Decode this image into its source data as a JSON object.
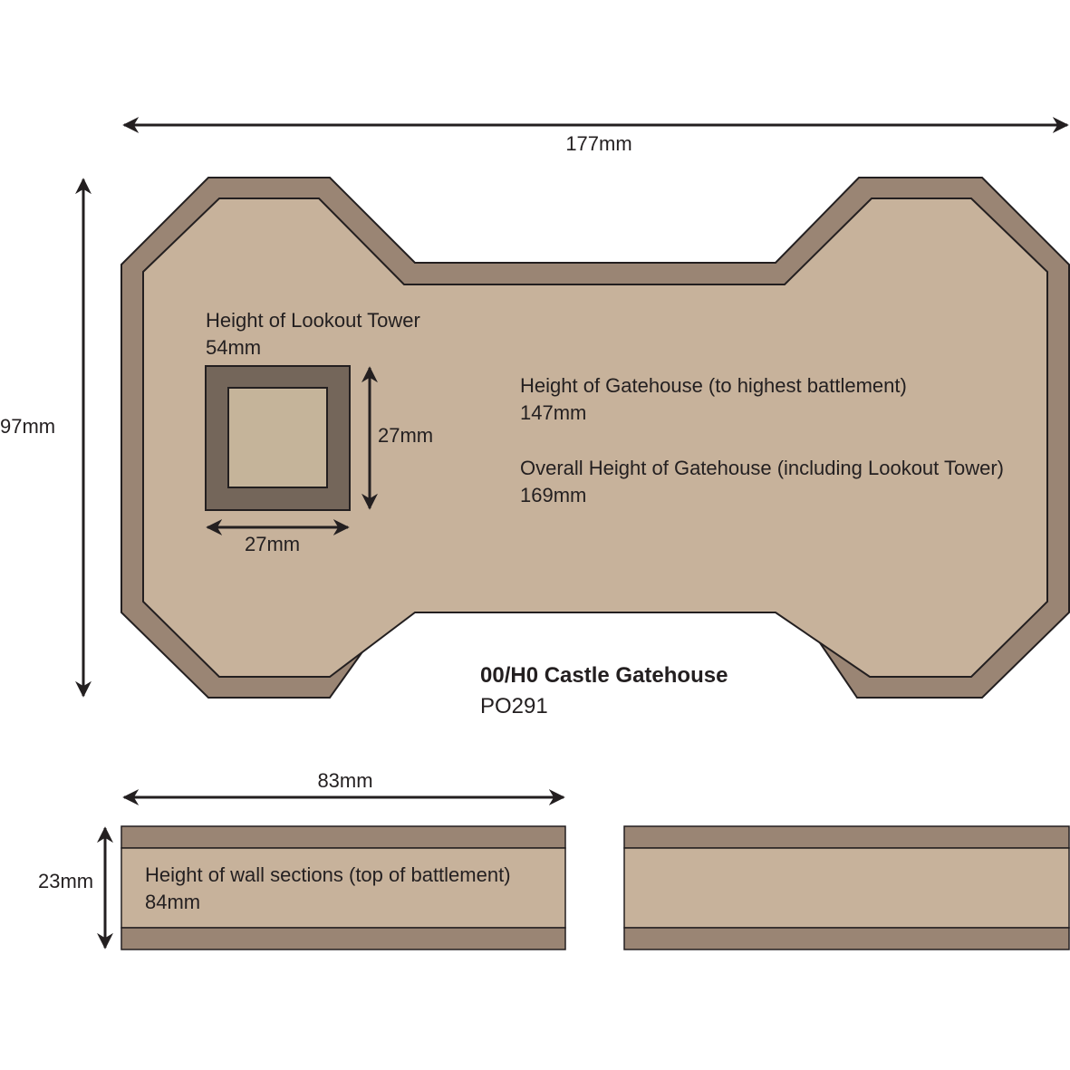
{
  "dimensions": {
    "overall_width": "177mm",
    "overall_depth": "97mm",
    "tower_depth": "27mm",
    "tower_width": "27mm",
    "wall_width": "83mm",
    "wall_depth": "23mm"
  },
  "labels": {
    "tower_title": "Height of Lookout Tower",
    "tower_value": "54mm",
    "gatehouse_title": "Height of Gatehouse (to highest battlement)",
    "gatehouse_value": "147mm",
    "overall_title": "Overall Height of Gatehouse (including Lookout Tower)",
    "overall_value": "169mm",
    "wall_title": "Height of wall sections (top of battlement)",
    "wall_value": "84mm"
  },
  "product": {
    "name": "00/H0 Castle Gatehouse",
    "code": "PO291"
  },
  "colors": {
    "fill": "#c7b29b",
    "border": "#9a8574",
    "tower": "#74665a",
    "tower_inner": "#c5b49a",
    "line": "#231f20"
  }
}
